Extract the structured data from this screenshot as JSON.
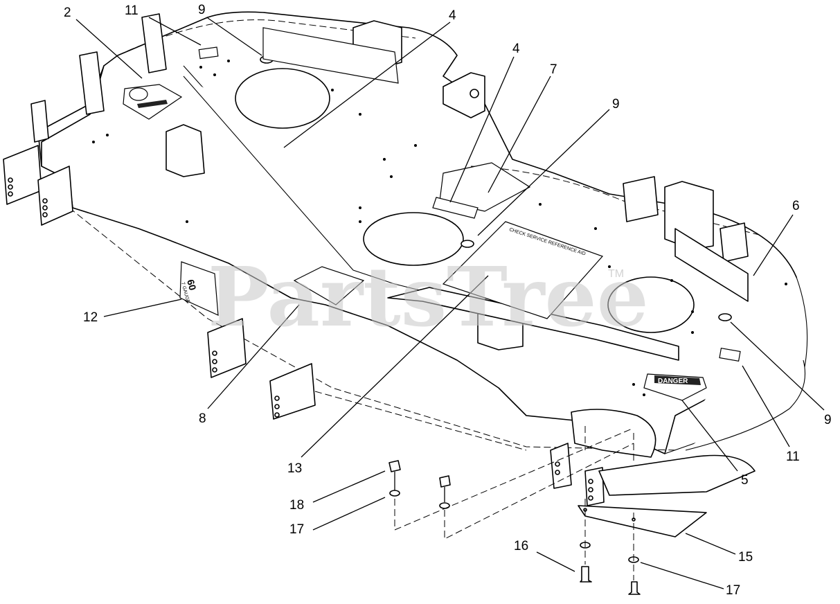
{
  "watermark": {
    "brand": "PartsTree",
    "tm": "TM"
  },
  "decals": {
    "check_service": "CHECK SERVICE REFERENCE AID",
    "danger": "DANGER",
    "gauge_number": "60",
    "gauge_label": "7 GAUGE"
  },
  "callouts": [
    {
      "id": "c2",
      "label": "2"
    },
    {
      "id": "c11a",
      "label": "11"
    },
    {
      "id": "c9a",
      "label": "9"
    },
    {
      "id": "c4a",
      "label": "4"
    },
    {
      "id": "c4b",
      "label": "4"
    },
    {
      "id": "c7",
      "label": "7"
    },
    {
      "id": "c9b",
      "label": "9"
    },
    {
      "id": "c6",
      "label": "6"
    },
    {
      "id": "c12",
      "label": "12"
    },
    {
      "id": "c8",
      "label": "8"
    },
    {
      "id": "c13",
      "label": "13"
    },
    {
      "id": "c9c",
      "label": "9"
    },
    {
      "id": "c11b",
      "label": "11"
    },
    {
      "id": "c5",
      "label": "5"
    },
    {
      "id": "c18",
      "label": "18"
    },
    {
      "id": "c17a",
      "label": "17"
    },
    {
      "id": "c16",
      "label": "16"
    },
    {
      "id": "c15",
      "label": "15"
    },
    {
      "id": "c17b",
      "label": "17"
    }
  ]
}
